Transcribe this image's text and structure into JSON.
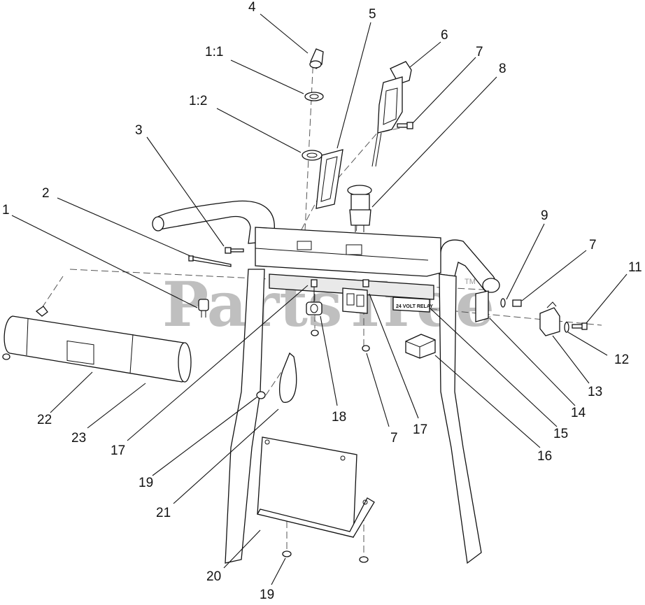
{
  "watermark": {
    "text": "PartsTree",
    "tm": "TM"
  },
  "relay_label": "24 VOLT RELAY",
  "callouts": [
    {
      "label": "4"
    },
    {
      "label": "5"
    },
    {
      "label": "6"
    },
    {
      "label": "7"
    },
    {
      "label": "8"
    },
    {
      "label": "1:1"
    },
    {
      "label": "1:2"
    },
    {
      "label": "3"
    },
    {
      "label": "2"
    },
    {
      "label": "1"
    },
    {
      "label": "9"
    },
    {
      "label": "7"
    },
    {
      "label": "11"
    },
    {
      "label": "12"
    },
    {
      "label": "13"
    },
    {
      "label": "14"
    },
    {
      "label": "15"
    },
    {
      "label": "16"
    },
    {
      "label": "17"
    },
    {
      "label": "7"
    },
    {
      "label": "18"
    },
    {
      "label": "17"
    },
    {
      "label": "22"
    },
    {
      "label": "23"
    },
    {
      "label": "19"
    },
    {
      "label": "21"
    },
    {
      "label": "20"
    },
    {
      "label": "19"
    }
  ]
}
